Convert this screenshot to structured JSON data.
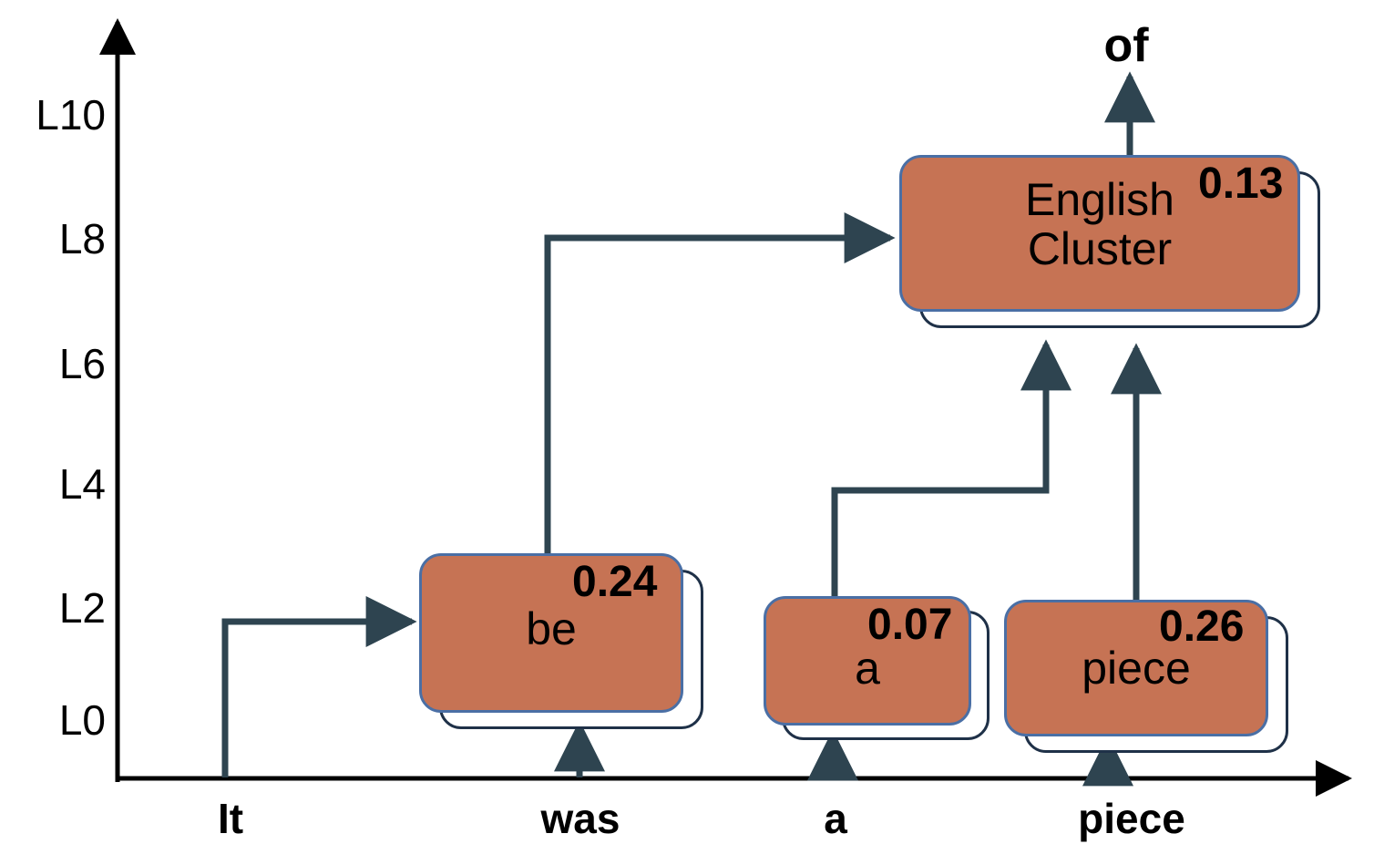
{
  "diagram": {
    "title_token_out": "of",
    "colors": {
      "node_fill": "#C67354",
      "node_border": "#4A6FA5",
      "shadow_border": "#1F3148",
      "connector": "#2E4450",
      "axis": "#000000",
      "text": "#000000"
    },
    "axis": {
      "y_label_name": "layer-axis",
      "y_ticks": [
        "L10",
        "L8",
        "L6",
        "L4",
        "L2",
        "L0"
      ],
      "x_ticks": [
        "It",
        "was",
        "a",
        "piece"
      ]
    },
    "nodes": [
      {
        "id": "be",
        "text": "be",
        "score": "0.24"
      },
      {
        "id": "a",
        "text": "a",
        "score": "0.07"
      },
      {
        "id": "piece",
        "text": "piece",
        "score": "0.26"
      },
      {
        "id": "cluster",
        "text": "English\nCluster",
        "score": "0.13"
      }
    ],
    "output": {
      "token": "of"
    }
  },
  "chart_data": {
    "type": "diagram",
    "title": "",
    "xlabel": "",
    "ylabel": "",
    "x_categories": [
      "It",
      "was",
      "a",
      "piece"
    ],
    "y_ticks": [
      "L0",
      "L2",
      "L4",
      "L6",
      "L8",
      "L10"
    ],
    "ylim": [
      "L0",
      "L10"
    ],
    "grid": false,
    "legend": "none",
    "nodes": [
      {
        "label": "be",
        "score": 0.24,
        "x_token": "was",
        "layer_range": [
          "L0",
          "L3"
        ]
      },
      {
        "label": "a",
        "score": 0.07,
        "x_token": "a",
        "layer_range": [
          "L0",
          "L2"
        ]
      },
      {
        "label": "piece",
        "score": 0.26,
        "x_token": "piece",
        "layer_range": [
          "L0",
          "L2"
        ]
      },
      {
        "label": "English Cluster",
        "score": 0.13,
        "x_token": "piece",
        "layer_range": [
          "L6",
          "L9"
        ]
      }
    ],
    "edges": [
      {
        "from": "It",
        "to": "be",
        "kind": "token-to-node"
      },
      {
        "from": "was",
        "to": "be",
        "kind": "token-to-node"
      },
      {
        "from": "a",
        "to": "a",
        "kind": "token-to-node"
      },
      {
        "from": "piece",
        "to": "piece",
        "kind": "token-to-node"
      },
      {
        "from": "be",
        "to": "English Cluster",
        "kind": "node-to-node"
      },
      {
        "from": "a",
        "to": "English Cluster",
        "kind": "node-to-node"
      },
      {
        "from": "piece",
        "to": "English Cluster",
        "kind": "node-to-node"
      },
      {
        "from": "English Cluster",
        "to": "of",
        "kind": "node-to-output"
      }
    ],
    "annotations": [
      {
        "text": "of",
        "role": "predicted-output-token"
      }
    ]
  }
}
